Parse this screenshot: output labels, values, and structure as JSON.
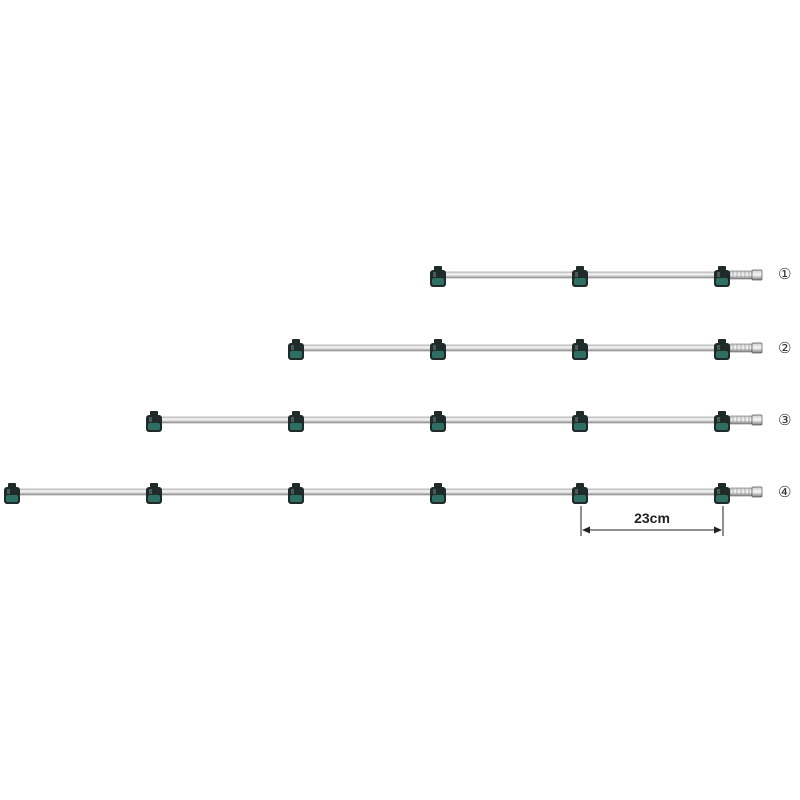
{
  "booms": [
    {
      "label": "①",
      "nozzles": 3
    },
    {
      "label": "②",
      "nozzles": 4
    },
    {
      "label": "③",
      "nozzles": 5
    },
    {
      "label": "④",
      "nozzles": 6
    }
  ],
  "dimension": {
    "label": "23cm"
  },
  "colors": {
    "pipe": "#b8b8b8",
    "pipe_highlight": "#eeeeee",
    "nozzle_body": "#1f2b29",
    "nozzle_accent": "#2f6f63",
    "fitting": "#9a9a9a",
    "dimension_line": "#222222"
  }
}
